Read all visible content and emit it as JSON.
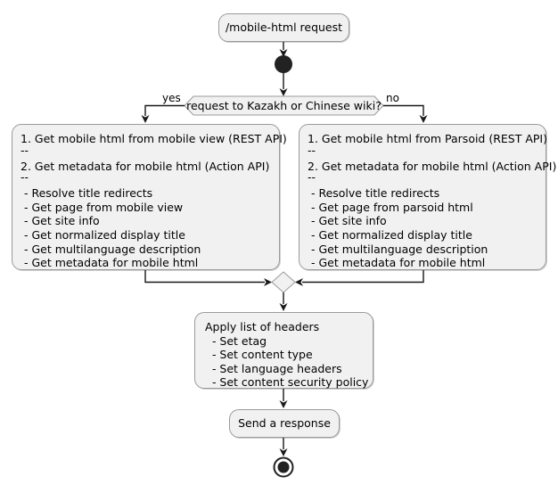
{
  "diagram": {
    "type": "uml-activity-diagram",
    "colors": {
      "node_fill": "#f1f1f1",
      "node_border": "#9a9a9a",
      "line": "#181818",
      "text": "#000000",
      "background": "#ffffff"
    },
    "start_node": {
      "name": "start-node",
      "shape": "filled-circle"
    },
    "end_node": {
      "name": "end-node",
      "shape": "circle-with-ring"
    },
    "title_activity": {
      "label": "/mobile-html request"
    },
    "decision": {
      "question": "request to Kazakh or Chinese wiki?",
      "yes_label": "yes",
      "no_label": "no"
    },
    "branch_yes_activity": {
      "step1": "1. Get mobile html from mobile view (REST API)",
      "separator1": "--",
      "step2": "2. Get metadata for mobile html (Action API)",
      "separator2": "--",
      "details": [
        " - Resolve title redirects",
        " - Get page from mobile view",
        " - Get site info",
        " - Get normalized display title",
        " - Get multilanguage description",
        " - Get metadata for mobile html"
      ]
    },
    "branch_no_activity": {
      "step1": "1. Get mobile html from Parsoid (REST API)",
      "separator1": "--",
      "step2": "2. Get metadata for mobile html (Action API)",
      "separator2": "--",
      "details": [
        " - Resolve title redirects",
        " - Get page from parsoid html",
        " - Get site info",
        " - Get normalized display title",
        " - Get multilanguage description",
        " - Get metadata for mobile html"
      ]
    },
    "merge_node": {
      "name": "merge-diamond",
      "shape": "diamond"
    },
    "headers_activity": {
      "title": "Apply list of headers",
      "details": [
        "  - Set etag",
        "  - Set content type",
        "  - Set language headers",
        "  - Set content security policy"
      ]
    },
    "response_activity": {
      "label": "Send a response"
    }
  }
}
